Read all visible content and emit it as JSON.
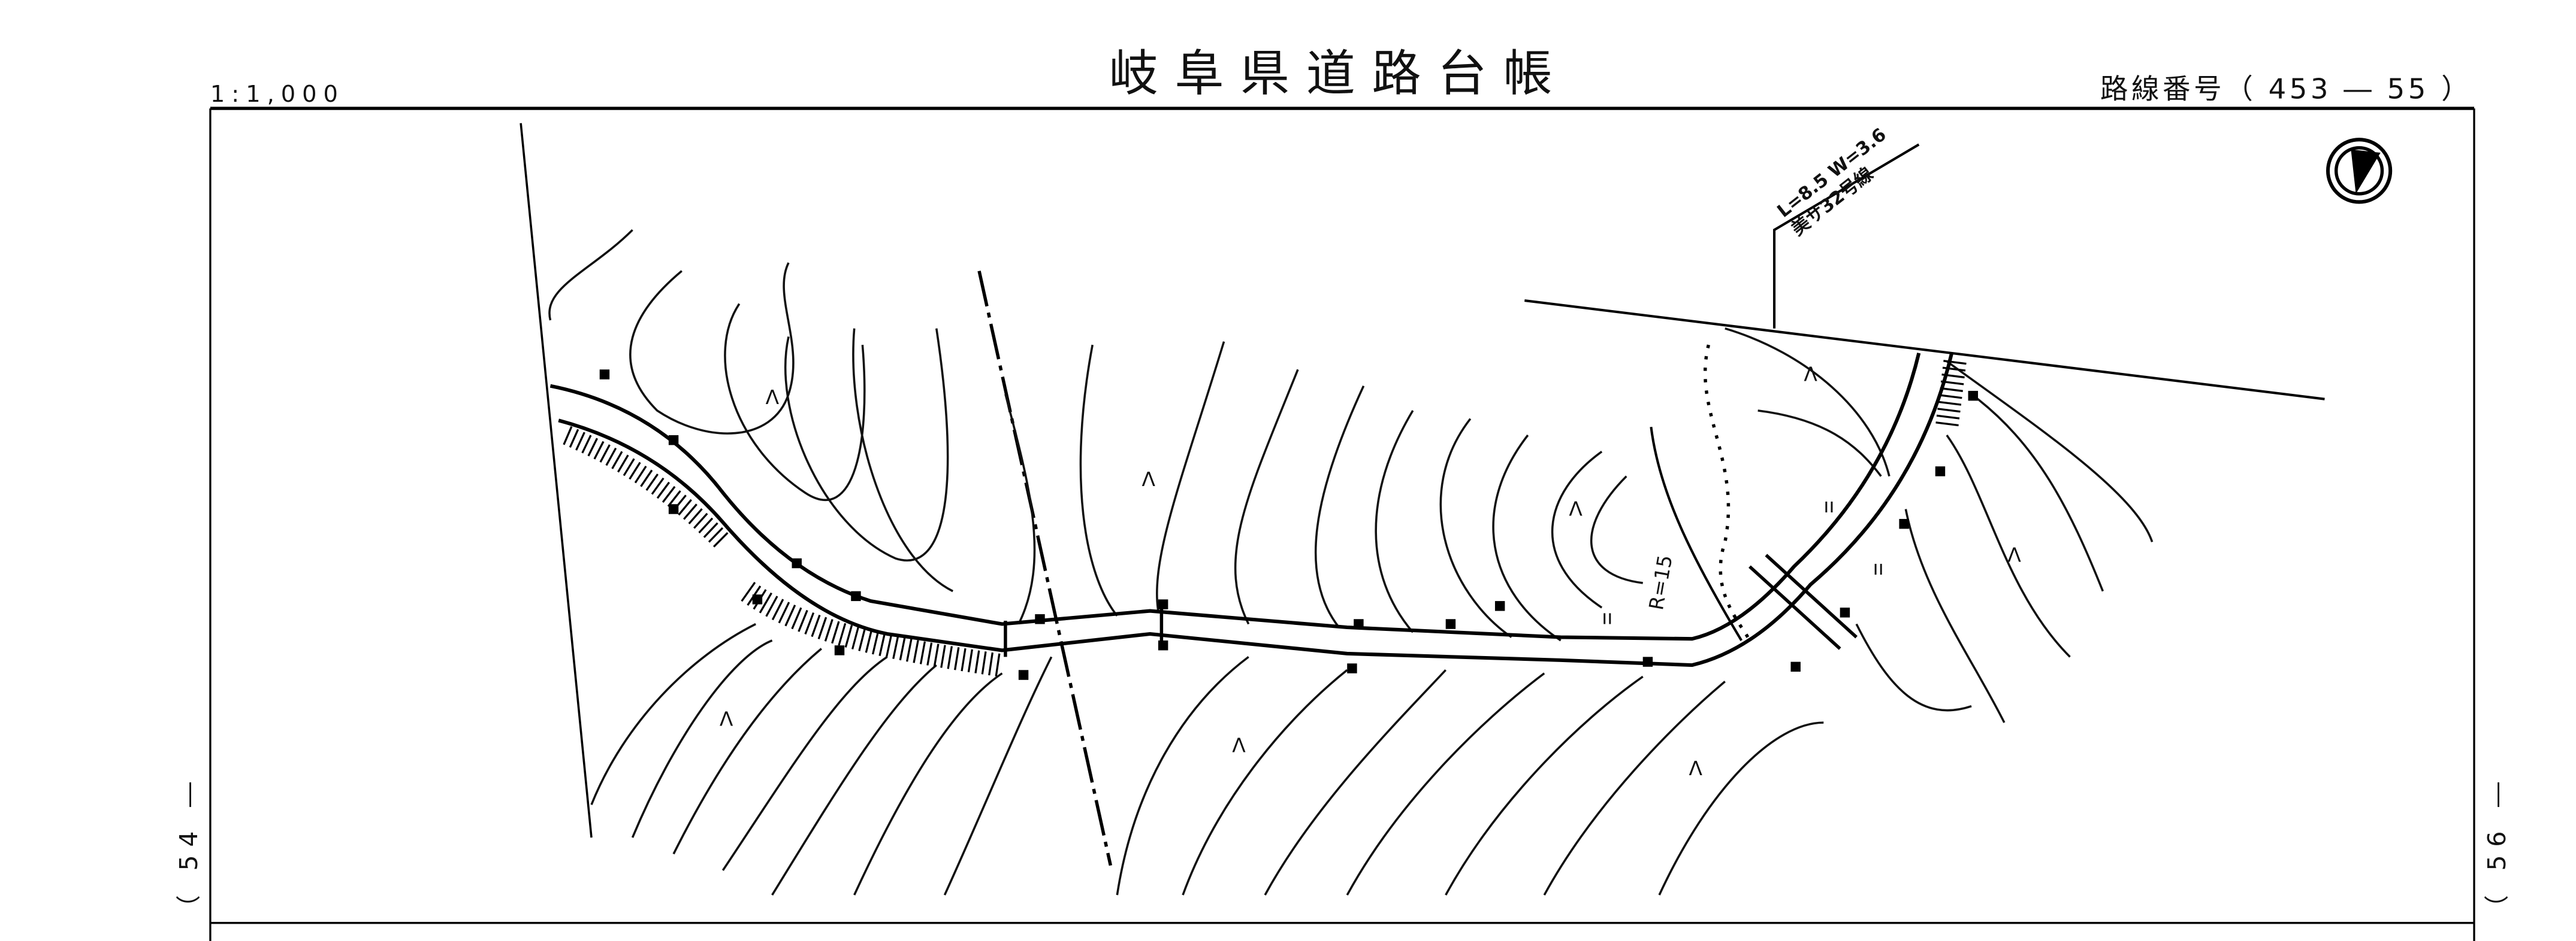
{
  "header": {
    "title": "岐阜県道路台帳",
    "scale": "1:1,000",
    "route_number": "路線番号（ 453 ― 55 ）"
  },
  "sheet_neighbors": {
    "left": "（ 54 ―",
    "right": "（ 56 ―"
  },
  "map": {
    "branch_road_label": "L=8.5  W=3.6",
    "branch_road_name": "美サ32号線",
    "curve_radius_label": "R=15",
    "terrain_symbol_wasteland": "Λ",
    "terrain_symbol_grass": "ıı",
    "north_arrow": "north-arrow-icon",
    "line_color": "#000000",
    "background_color": "#ffffff"
  }
}
